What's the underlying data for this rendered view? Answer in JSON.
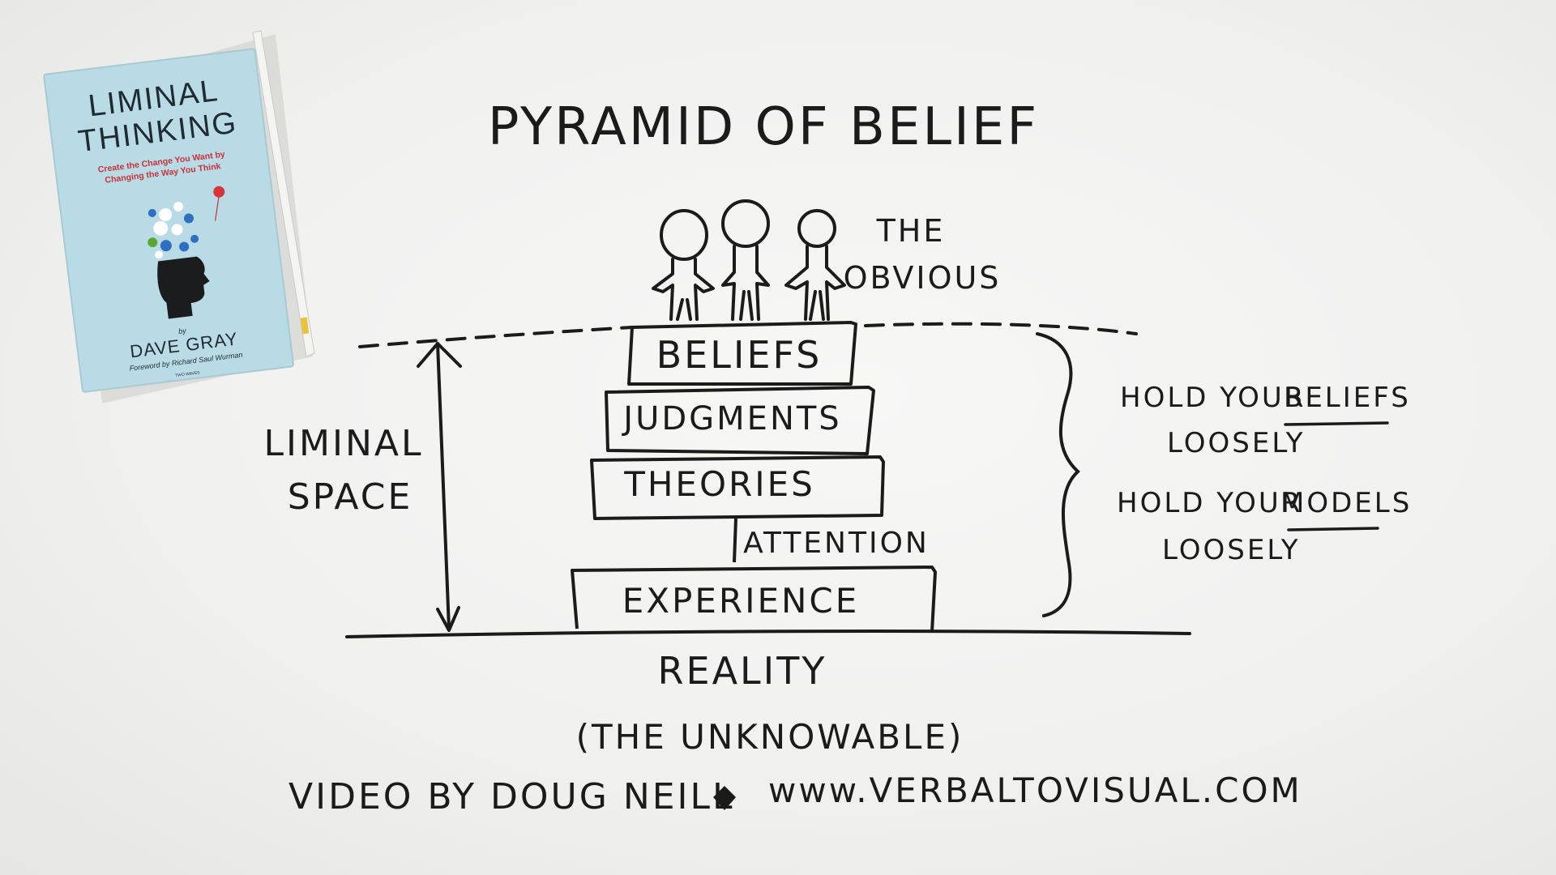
{
  "title": "PYRAMID OF BELIEF",
  "book": {
    "title_line1": "LIMINAL",
    "title_line2": "THINKING",
    "subtitle_line1": "Create the Change You Want by",
    "subtitle_line2": "Changing the Way You Think",
    "by": "by",
    "author": "DAVE GRAY",
    "foreword": "Foreword by Richard Saul Wurman",
    "publisher": "TWO WAVES",
    "colors": {
      "cover": "#b9dbe5",
      "text": "#1f2a33",
      "accent": "#c8323a",
      "dot_blue": "#2f6fc1",
      "dot_green": "#5aa832"
    }
  },
  "top_label": {
    "line1": "THE",
    "line2": "OBVIOUS"
  },
  "layers": {
    "beliefs": "BELIEFS",
    "judgments": "JUDGMENTS",
    "theories": "THEORIES",
    "attention": "ATTENTION",
    "experience": "EXPERIENCE"
  },
  "left_label": {
    "line1": "LIMINAL",
    "line2": "SPACE"
  },
  "advice": [
    {
      "prefix": "HOLD YOUR",
      "keyword": "BELIEFS",
      "suffix": "LOOSELY"
    },
    {
      "prefix": "HOLD YOUR",
      "keyword": "MODELS",
      "suffix": "LOOSELY"
    }
  ],
  "bottom": {
    "reality": "REALITY",
    "unknowable": "(THE UNKNOWABLE)"
  },
  "credit": {
    "video_by": "VIDEO BY DOUG NEILL",
    "separator_icon": "diamond-icon",
    "website": "www.VERBALTOVISUAL.COM"
  },
  "ink_color": "#1b1b1b"
}
